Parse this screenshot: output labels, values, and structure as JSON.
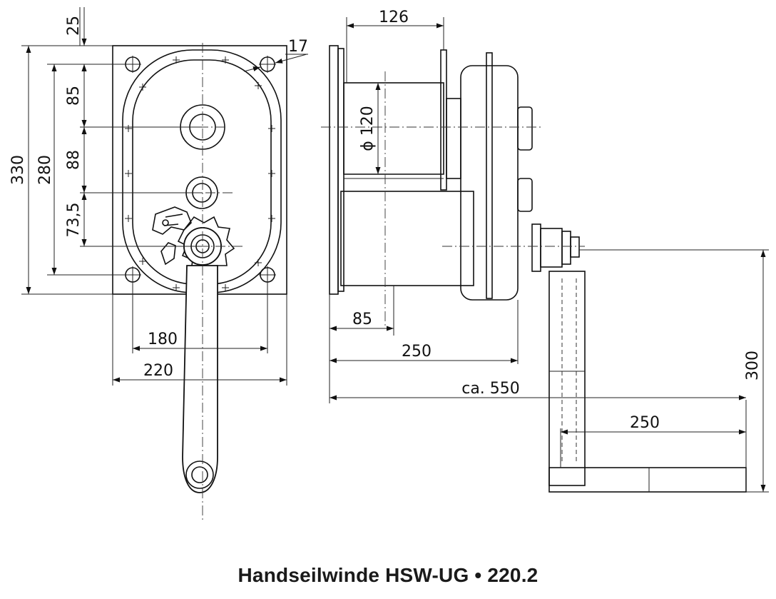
{
  "caption": "Handseilwinde HSW-UG • 220.2",
  "dimensions": {
    "top_offset": "25",
    "hole_dia": "17",
    "height_total": "330",
    "height_holes": "280",
    "seg_85": "85",
    "seg_88": "88",
    "seg_73_5": "73,5",
    "width_holes": "180",
    "width_total": "220",
    "drum_length": "126",
    "drum_dia": "ϕ 120",
    "base_85": "85",
    "depth_250": "250",
    "overall_550": "ca. 550",
    "crank_radius": "300",
    "handle_250": "250"
  }
}
